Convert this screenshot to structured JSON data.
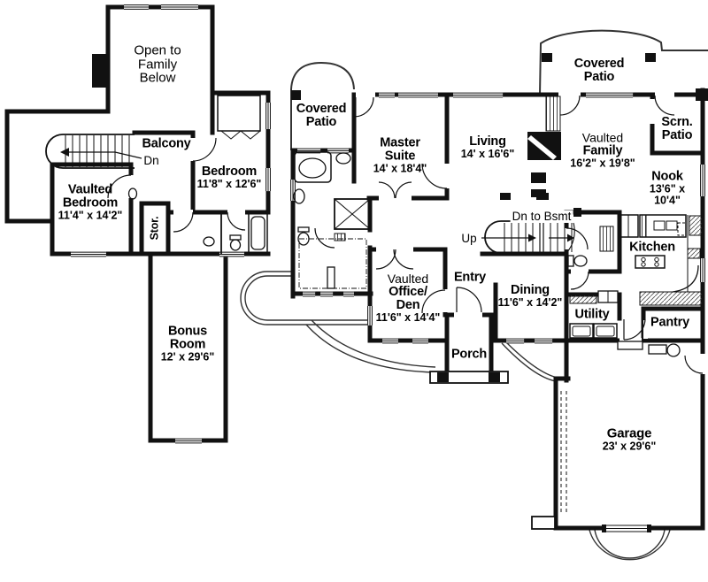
{
  "rooms": {
    "open_below": {
      "name": "Open to\nFamily\nBelow"
    },
    "balcony": {
      "name": "Balcony"
    },
    "dn": {
      "name": "Dn"
    },
    "bedroom2": {
      "name": "Bedroom",
      "dims": "11'8\" x 12'6\""
    },
    "vaulted_bedroom": {
      "name": "Vaulted\nBedroom",
      "dims": "11'4\" x 14'2\""
    },
    "stor": {
      "name": "Stor."
    },
    "bonus": {
      "name": "Bonus\nRoom",
      "dims": "12' x 29'6\""
    },
    "covered_patio_left": {
      "name": "Covered\nPatio"
    },
    "master": {
      "name": "Master\nSuite",
      "dims": "14' x 18'4\""
    },
    "living": {
      "name": "Living",
      "dims": "14' x 16'6\""
    },
    "covered_patio_right": {
      "name": "Covered\nPatio"
    },
    "scrn_patio": {
      "name": "Scrn.\nPatio"
    },
    "family": {
      "prefix": "Vaulted",
      "name": "Family",
      "dims": "16'2\" x 19'8\""
    },
    "nook": {
      "name": "Nook",
      "dims": "13'6\" x\n10'4\""
    },
    "dn_to_bsmt": {
      "name": "Dn to Bsmt"
    },
    "up": {
      "name": "Up"
    },
    "kitchen": {
      "name": "Kitchen"
    },
    "office": {
      "prefix": "Vaulted",
      "name": "Office/\nDen",
      "dims": "11'6\" x 14'4\""
    },
    "entry": {
      "name": "Entry"
    },
    "dining": {
      "name": "Dining",
      "dims": "11'6\" x 14'2\""
    },
    "utility": {
      "name": "Utility"
    },
    "pantry": {
      "name": "Pantry"
    },
    "porch": {
      "name": "Porch"
    },
    "garage": {
      "name": "Garage",
      "dims": "23' x 29'6\""
    }
  },
  "colors": {
    "wall": "#111111",
    "text": "#000000",
    "background": "#ffffff"
  }
}
